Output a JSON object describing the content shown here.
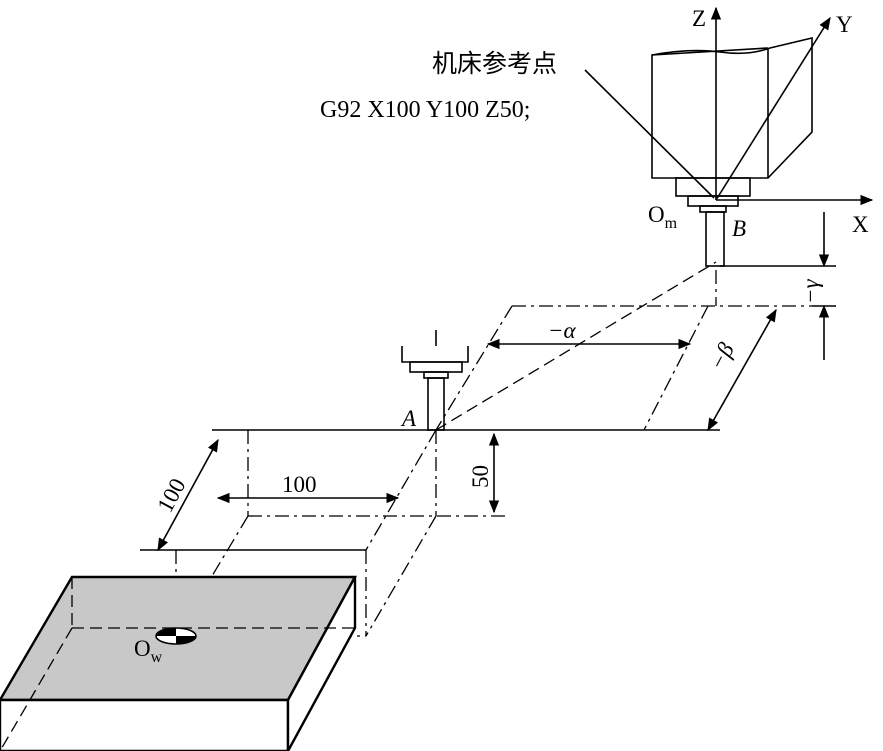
{
  "labels": {
    "ref_point": "机床参考点",
    "command": "G92 X100 Y100 Z50;",
    "axis_z": "Z",
    "axis_y": "Y",
    "axis_x": "X",
    "origin_machine": "O",
    "origin_machine_sub": "m",
    "point_b": "B",
    "point_a": "A",
    "origin_work": "O",
    "origin_work_sub": "w",
    "dim_alpha": "−α",
    "dim_beta": "−β",
    "dim_gamma": "−γ",
    "dim_x": "100",
    "dim_y": "100",
    "dim_z": "50"
  },
  "colors": {
    "line": "#000000",
    "workpiece_fill": "#c8c8c8",
    "background": "#ffffff"
  }
}
